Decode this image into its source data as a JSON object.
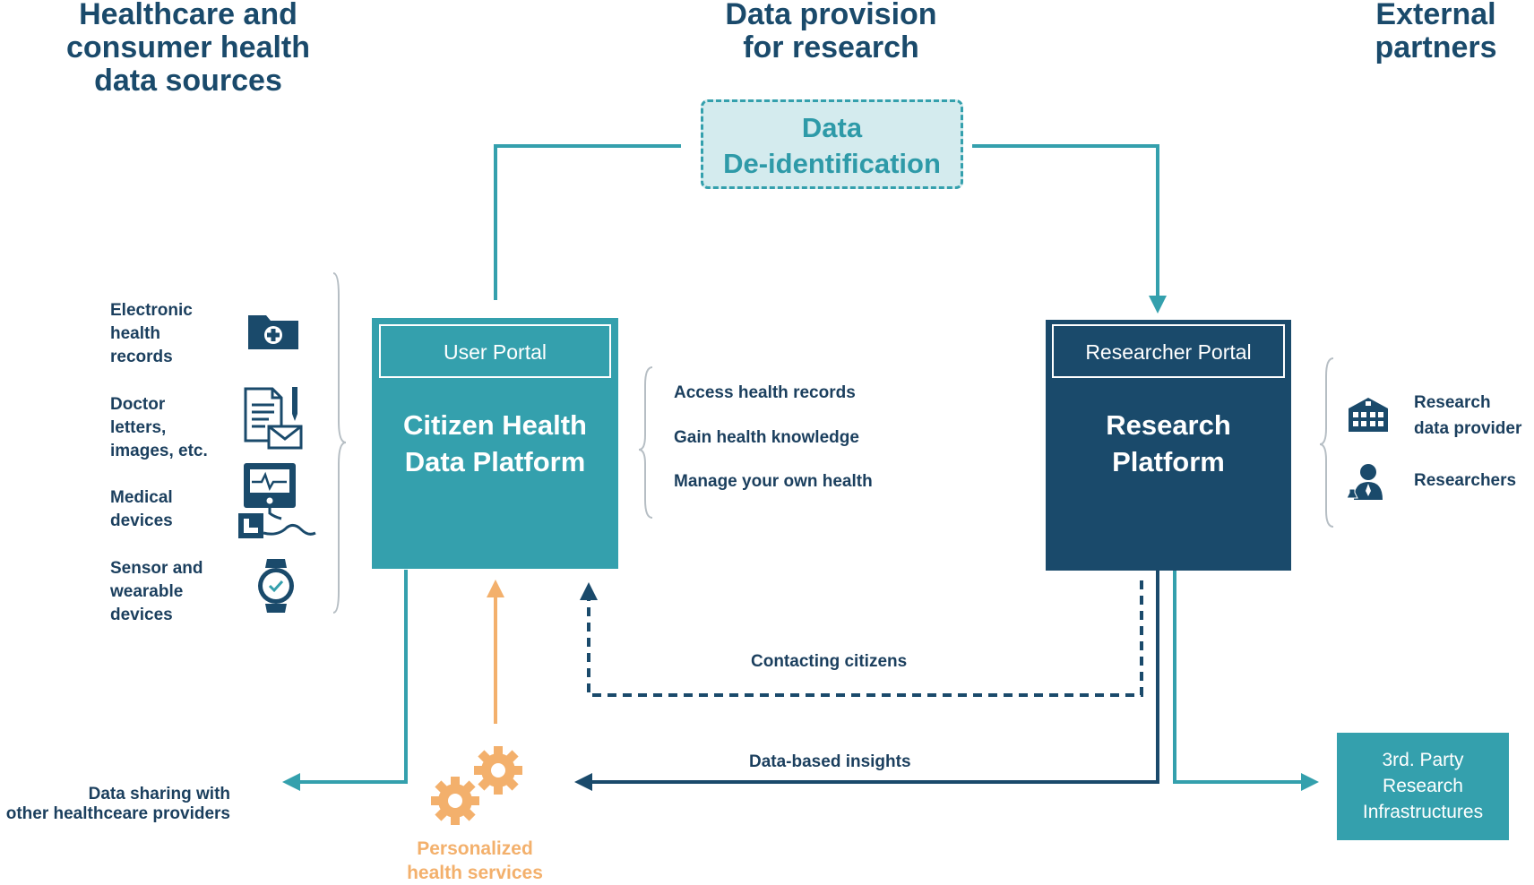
{
  "headers": {
    "left": [
      "Healthcare and",
      "consumer health",
      "data sources"
    ],
    "center": [
      "Data provision",
      "for research"
    ],
    "right": [
      "External",
      "partners"
    ]
  },
  "deidentification": [
    "Data",
    "De-identification"
  ],
  "sources": [
    {
      "label": [
        "Electronic",
        "health",
        "records"
      ],
      "icon": "folder-plus-icon"
    },
    {
      "label": [
        "Doctor",
        "letters,",
        "images, etc."
      ],
      "icon": "document-mail-icon"
    },
    {
      "label": [
        "Medical",
        "devices"
      ],
      "icon": "medical-device-icon"
    },
    {
      "label": [
        "Sensor and",
        "wearable",
        "devices"
      ],
      "icon": "smartwatch-icon"
    }
  ],
  "citizen_platform": {
    "portal": "User Portal",
    "name": [
      "Citizen Health",
      "Data Platform"
    ],
    "features": [
      "Access health records",
      "Gain health knowledge",
      "Manage your own health"
    ]
  },
  "research_platform": {
    "portal": "Researcher Portal",
    "name": [
      "Research",
      "Platform"
    ]
  },
  "external": [
    {
      "label": [
        "Research",
        "data provider"
      ],
      "icon": "building-icon"
    },
    {
      "label": [
        "Researchers"
      ],
      "icon": "researcher-icon"
    }
  ],
  "third_party": [
    "3rd. Party",
    "Research",
    "Infrastructures"
  ],
  "flows": {
    "contacting": "Contacting citizens",
    "insights": "Data-based insights",
    "sharing": [
      "Data sharing with",
      "other healthceare providers"
    ],
    "personalized": [
      "Personalized",
      "health services"
    ]
  },
  "colors": {
    "navy": "#1a4a6b",
    "teal": "#34a0ad",
    "teal_light": "#d4ebee",
    "orange": "#f3b06c",
    "text": "#1b3f5e"
  }
}
